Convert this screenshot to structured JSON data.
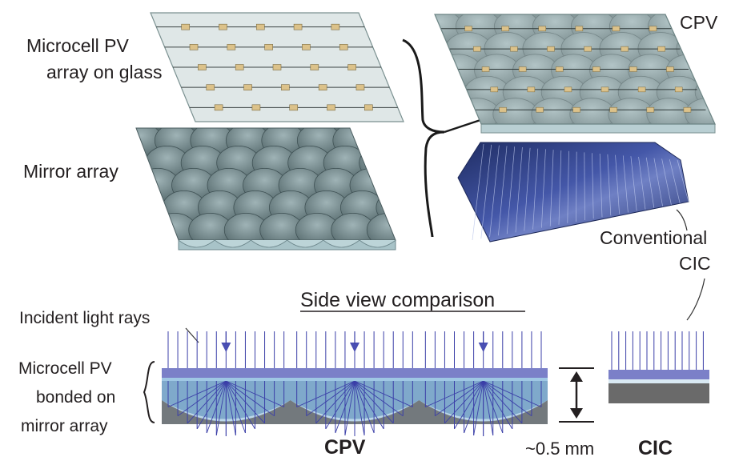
{
  "labels": {
    "microcell_array": [
      "Microcell PV",
      "array on glass"
    ],
    "mirror_array": "Mirror array",
    "cpv_top": "CPV",
    "conventional_cic": [
      "Conventional",
      "CIC"
    ],
    "side_view_title": "Side view comparison",
    "incident_light": "Incident light rays",
    "microcell_bonded": [
      "Microcell PV",
      "bonded on",
      "mirror array"
    ],
    "cpv_bottom": "CPV",
    "thickness": "~0.5 mm",
    "cic_bottom": "CIC"
  },
  "colors": {
    "glass": "#dfe7e7",
    "glass_edge": "#7a9090",
    "cell": "#dcc28a",
    "mirror": "#7d8f92",
    "mirror_front": "#a8c3c8",
    "solar_cell": "#2d3f80",
    "ray": "#3b3fa8",
    "pv_layer": "#7b80c8",
    "substrate": "#bcd8ea",
    "cic_base": "#6a6a6a",
    "text": "#231f20"
  }
}
